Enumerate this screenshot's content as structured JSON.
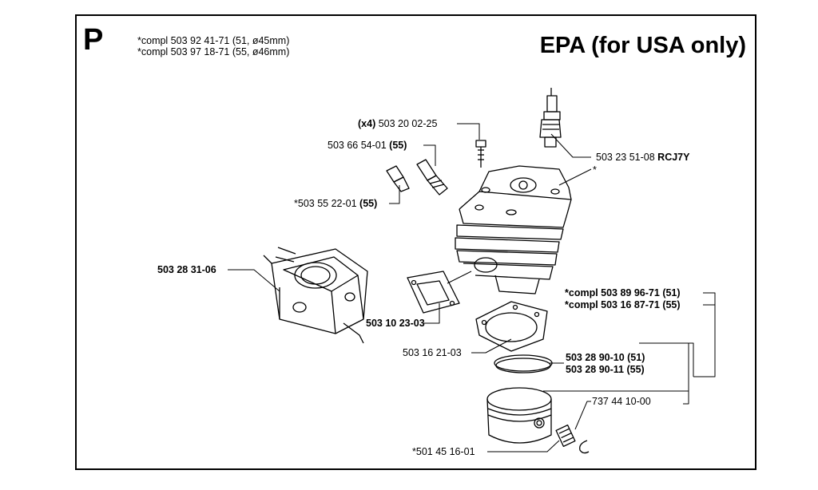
{
  "section_letter": "P",
  "title": "EPA (for USA only)",
  "header_notes": [
    "*compl 503 92 41-71 (51, ø45mm)",
    "*compl 503 97 18-71 (55, ø46mm)"
  ],
  "labels": {
    "bolt_qty": "(x4)",
    "bolt": "503 20 02-25",
    "nozzle": "503 66 54-01",
    "nozzle_size": "(55)",
    "decomp_valve": "*503 55 22-01",
    "decomp_valve_size": "(55)",
    "spark_plug": "503 23 51-08",
    "spark_plug_code": "RCJ7Y",
    "cylinder_star": "*",
    "carburetor": "503 28 31-06",
    "intake_gasket": "503 10 23-03",
    "base_gasket": "503 16 21-03",
    "kit_51": "*compl 503 89 96-71",
    "kit_51_size": "(51)",
    "kit_55": "*compl 503 16 87-71",
    "kit_55_size": "(55)",
    "ring_51": "503 28 90-10 (51)",
    "ring_55": "503 28 90-11 (55)",
    "circlip": "737 44 10-00",
    "piston_pin": "*501 45 16-01"
  }
}
